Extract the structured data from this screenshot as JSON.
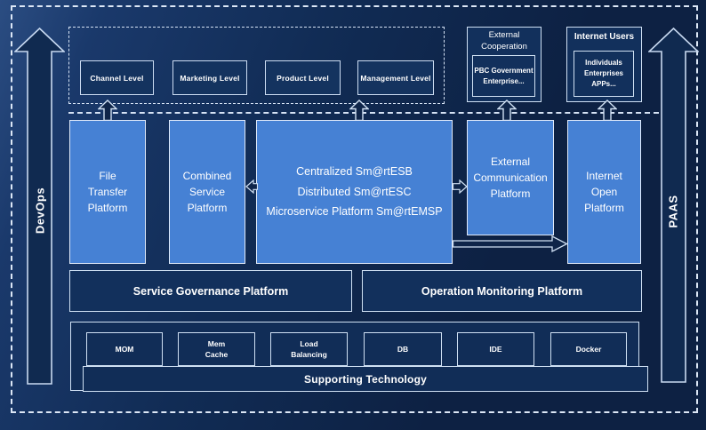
{
  "rails": {
    "left": "DevOps",
    "right": "PAAS"
  },
  "top_band": {
    "levels": [
      {
        "label": "Channel Level"
      },
      {
        "label": "Marketing Level"
      },
      {
        "label": "Product Level"
      },
      {
        "label": "Management Level"
      }
    ],
    "external_cooperation": {
      "title": "External\nCooperation",
      "members": "PBC Government\nEnterprise..."
    },
    "internet_users": {
      "title": "Internet Users",
      "members": "Individuals\nEnterprises\nAPPs..."
    }
  },
  "platforms": {
    "file_transfer": {
      "label": "File\nTransfer\nPlatform"
    },
    "combined_service": {
      "label": "Combined\nService\nPlatform"
    },
    "esb": {
      "label": "Centralized Sm@rtESB\nDistributed Sm@rtESC\nMicroservice Platform Sm@rtEMSP"
    },
    "external_communication": {
      "label": "External\nCommunication\nPlatform"
    },
    "internet_open": {
      "label": "Internet\nOpen\nPlatform"
    }
  },
  "governance": {
    "service": "Service Governance Platform",
    "operation": "Operation Monitoring Platform"
  },
  "supporting": {
    "items": [
      {
        "label": "MOM"
      },
      {
        "label": "Mem\nCache"
      },
      {
        "label": "Load\nBalancing"
      },
      {
        "label": "DB"
      },
      {
        "label": "IDE"
      },
      {
        "label": "Docker"
      }
    ],
    "bar": "Supporting Technology"
  },
  "colors": {
    "platform_blue": "#4681d4",
    "panel_navy": "#12305c",
    "background_navy": "#0d2143",
    "border_light": "#d5e2f4"
  }
}
